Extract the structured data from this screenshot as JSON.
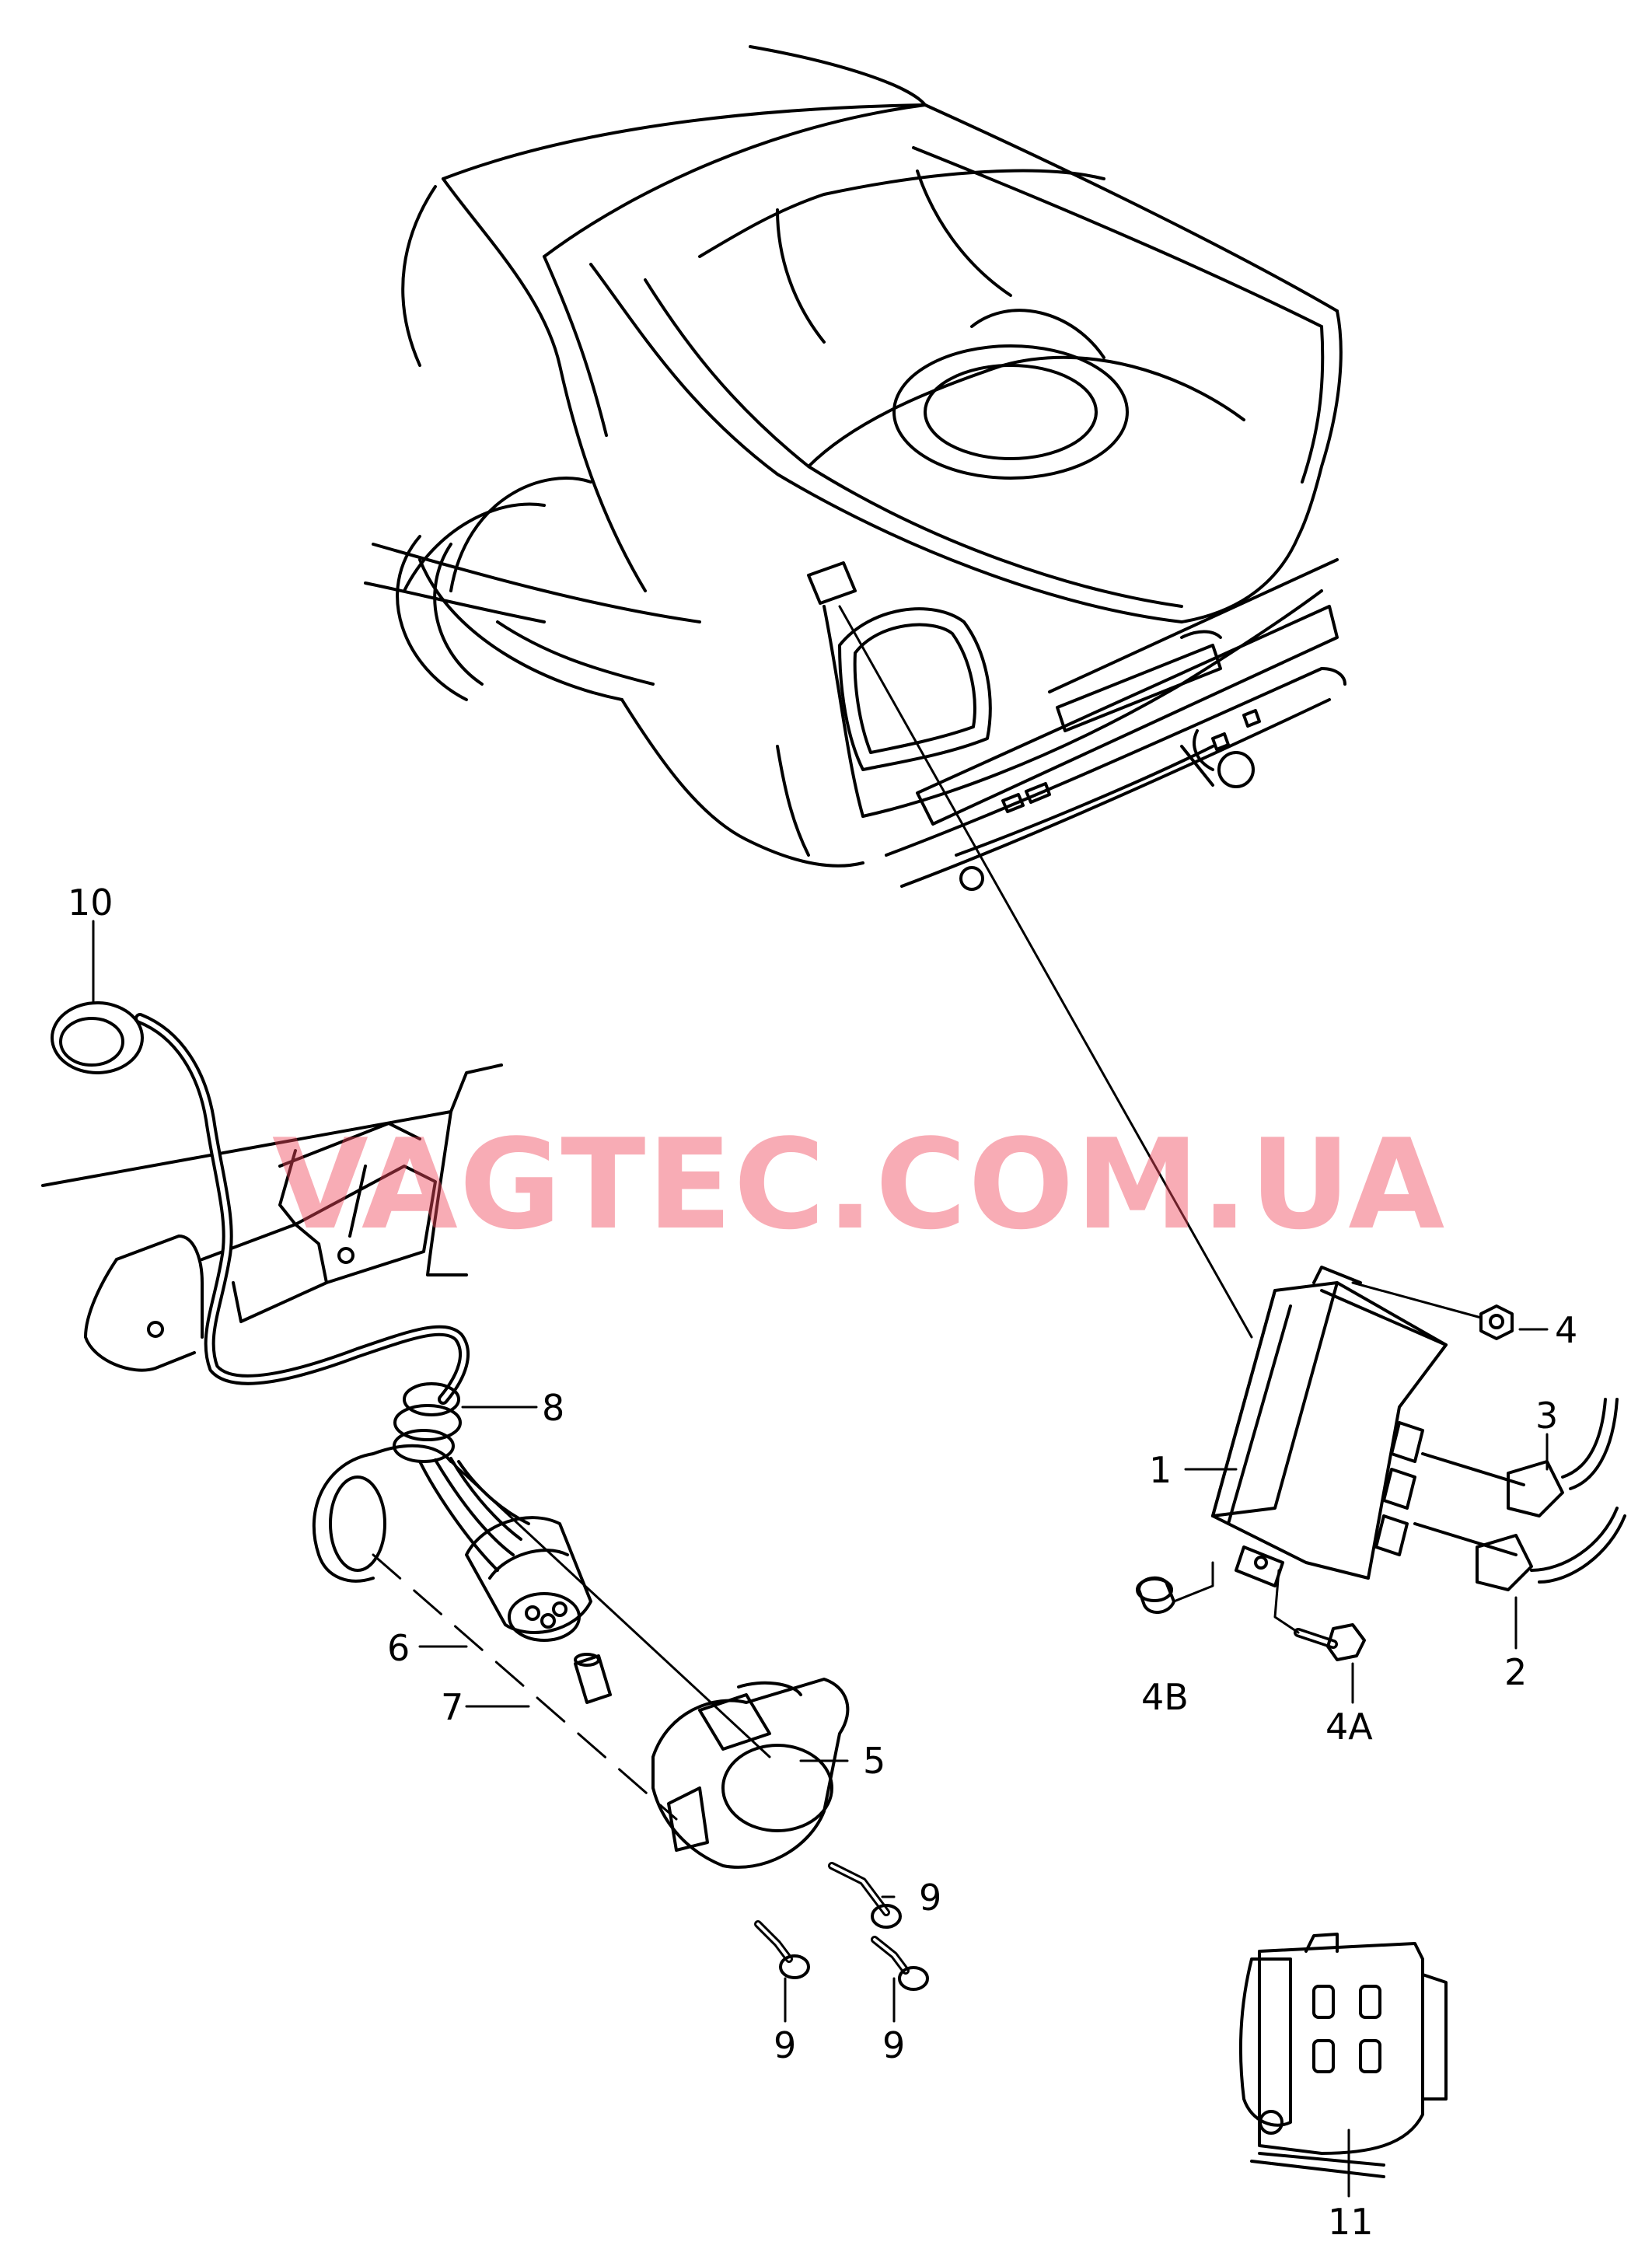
{
  "watermark": "VAGTEC.COM.UA",
  "callouts": {
    "c1": "1",
    "c2": "2",
    "c3": "3",
    "c4": "4",
    "c4a": "4A",
    "c4b": "4B",
    "c5": "5",
    "c6": "6",
    "c7": "7",
    "c8": "8",
    "c9a": "9",
    "c9b": "9",
    "c9c": "9",
    "c10": "10",
    "c11": "11"
  },
  "colors": {
    "line": "#000000",
    "watermark": "#f0465a"
  }
}
